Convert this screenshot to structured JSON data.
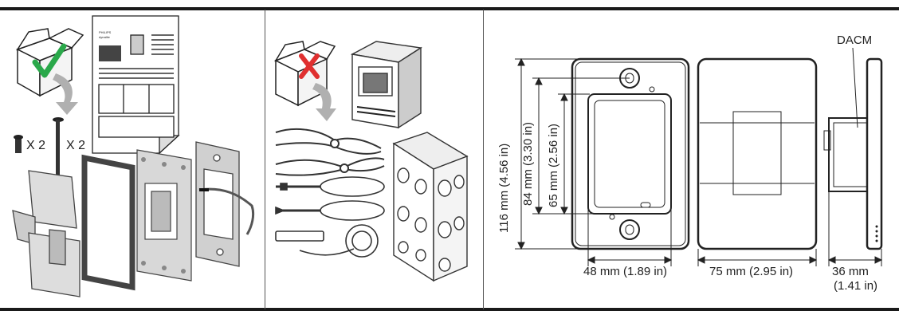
{
  "panel_left": {
    "screw_qty": "X 2",
    "anchor_qty": "X 2",
    "brochure_brand_line1": "PHILIPS",
    "brochure_brand_line2": "dynalite"
  },
  "dimensions": {
    "device_label": "DACM",
    "height_outer": "116 mm (4.56 in)",
    "height_mid": "84 mm (3.30 in)",
    "height_inner": "65 mm (2.56 in)",
    "width_plate": "48 mm (1.89 in)",
    "width_cover": "75 mm (2.95 in)",
    "depth_mm": "36 mm",
    "depth_in": "(1.41 in)"
  },
  "colors": {
    "check": "#2aa84a",
    "cross": "#e03030",
    "arrow": "#b0b0b0",
    "rule": "#1a1a1a"
  },
  "icons": [
    "box-check-icon",
    "box-cross-icon",
    "pliers-icon",
    "wire-stripper-icon",
    "screwdriver-flat-icon",
    "screwdriver-phillips-icon",
    "cable-stripper-icon",
    "junction-box-icon",
    "dali-module-icon"
  ]
}
